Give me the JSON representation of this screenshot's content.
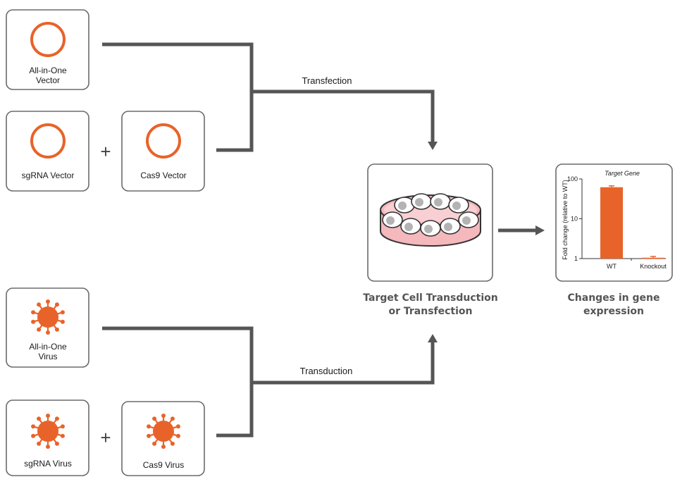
{
  "colors": {
    "accent": "#e8632a",
    "line": "#555555",
    "box_border": "#6b6b6b",
    "dish_fill": "#f4b8bd"
  },
  "vectors": {
    "all_in_one": [
      "All-in-One",
      "Vector"
    ],
    "sgrna": "sgRNA Vector",
    "cas9": "Cas9 Vector",
    "plus": "+"
  },
  "viruses": {
    "all_in_one": [
      "All-in-One",
      "Virus"
    ],
    "sgrna": "sgRNA Virus",
    "cas9": "Cas9 Virus",
    "plus": "+"
  },
  "edges": {
    "transfection": "Transfection",
    "transduction": "Transduction"
  },
  "target_cell": {
    "caption": [
      "Target Cell Transduction",
      "or Transfection"
    ],
    "icon": "petri-dish-icon"
  },
  "result": {
    "caption": [
      "Changes in gene",
      "expression"
    ],
    "chart_data": {
      "type": "bar",
      "title": "Target Gene",
      "ylabel": "Fold change (relative to WT)",
      "yscale": "log",
      "ylim": [
        1,
        100
      ],
      "yticks": [
        "1",
        "10",
        "100"
      ],
      "categories": [
        "WT",
        "Knockout"
      ],
      "values": [
        62,
        1.05
      ],
      "error": [
        5,
        0.08
      ]
    }
  }
}
